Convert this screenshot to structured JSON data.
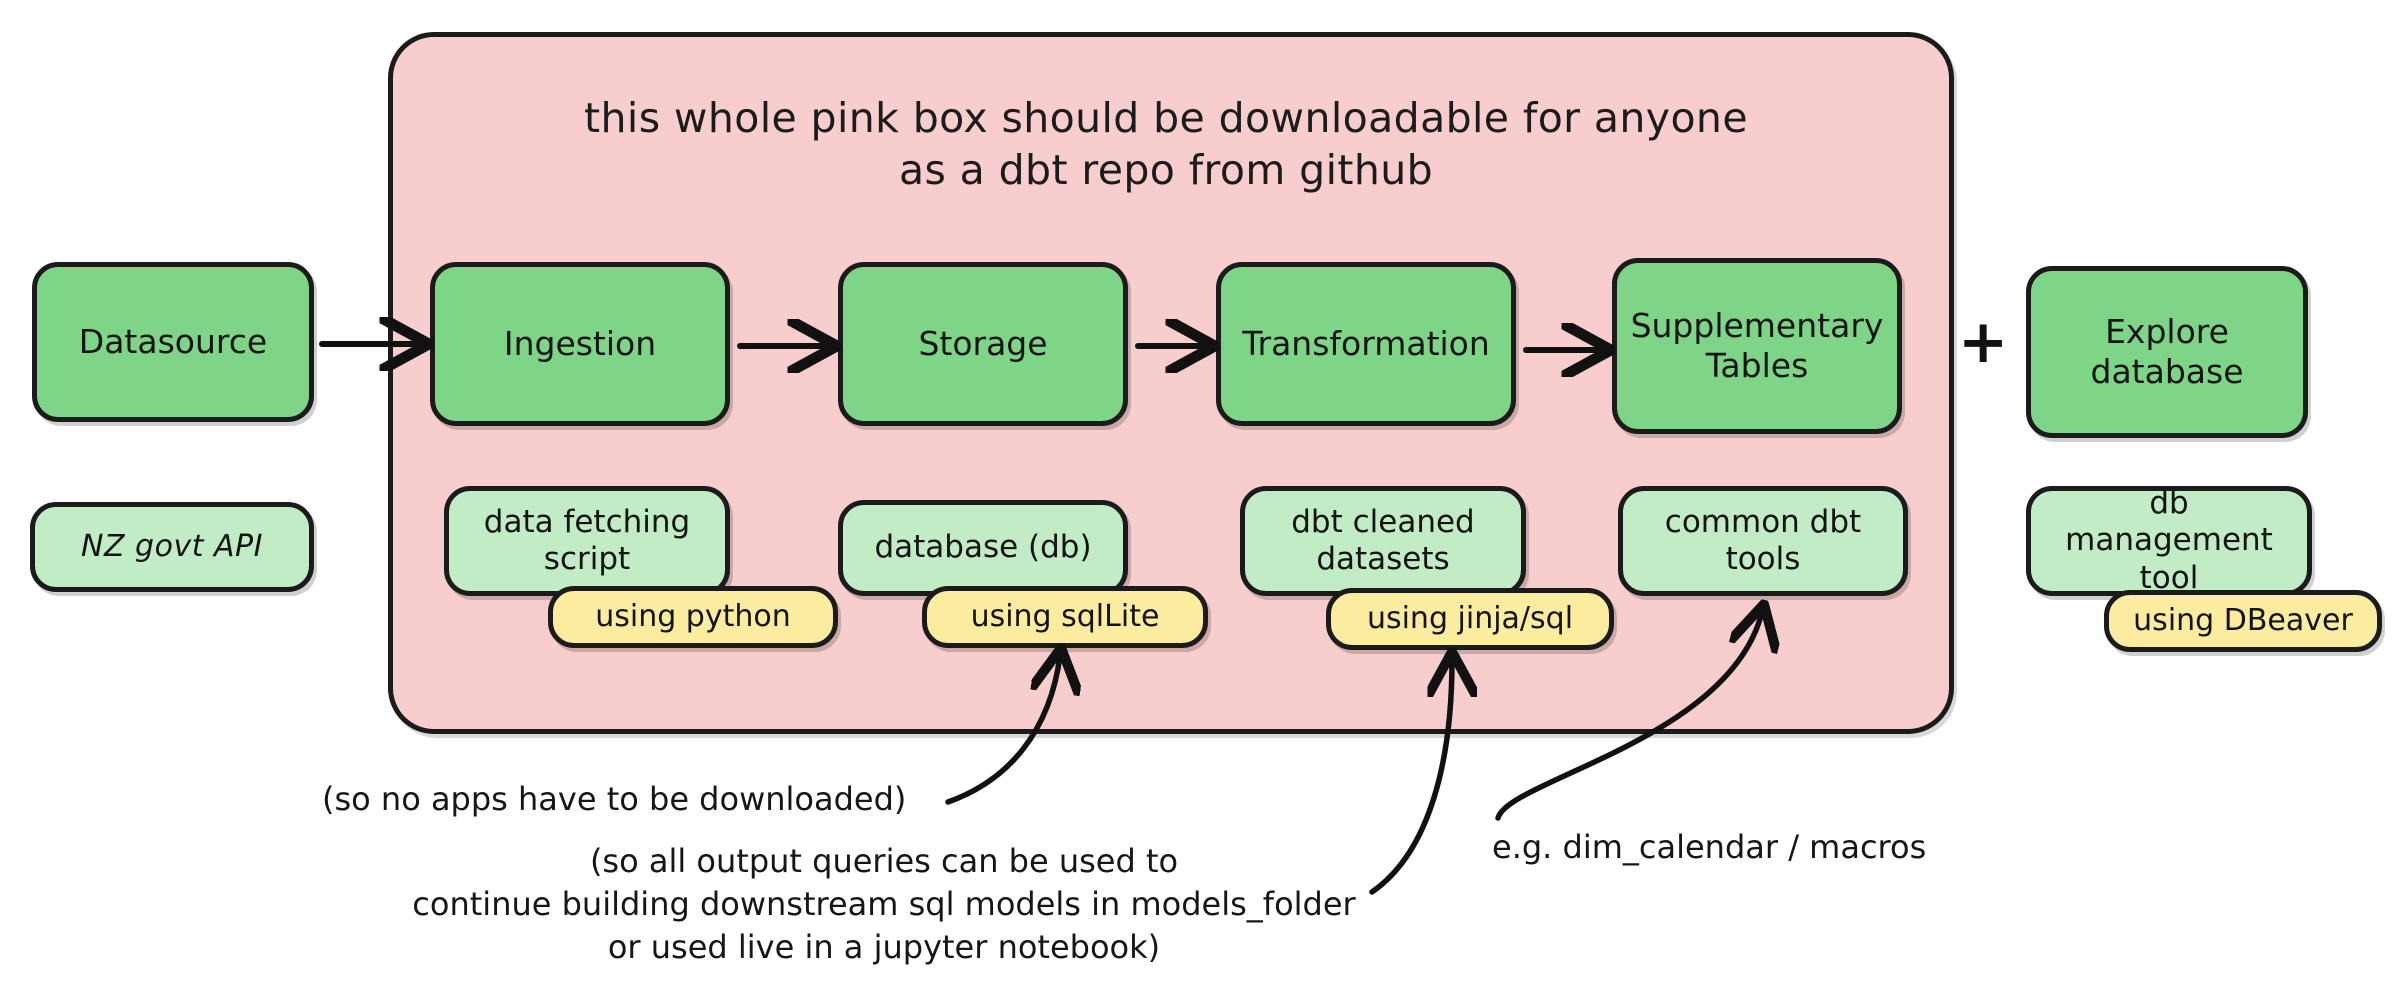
{
  "container": {
    "title_line1": "this whole pink box should be downloadable for anyone",
    "title_line2": "as a dbt repo from github",
    "fill_color": "#f7cdcd",
    "border_color": "#1b1b1b"
  },
  "colors": {
    "stage_green": "#7ed587",
    "detail_green": "#c2ecc6",
    "tool_yellow": "#fbeca0",
    "ink": "#1b1b1b",
    "page_background": "#ffffff"
  },
  "stages": [
    {
      "label": "Datasource",
      "inside_container": false
    },
    {
      "label": "Ingestion",
      "inside_container": true
    },
    {
      "label": "Storage",
      "inside_container": true
    },
    {
      "label": "Transformation",
      "inside_container": true
    },
    {
      "label": "Supplementary\nTables",
      "line1": "Supplementary",
      "line2": "Tables",
      "inside_container": true
    },
    {
      "label": "Explore\ndatabase",
      "line1": "Explore",
      "line2": "database",
      "inside_container": false
    }
  ],
  "details": [
    {
      "line1": "NZ govt API",
      "line2": "",
      "style": "italic",
      "tool": null
    },
    {
      "line1": "data fetching",
      "line2": "script",
      "style": "normal",
      "tool": "using python"
    },
    {
      "line1": "database (db)",
      "line2": "",
      "style": "normal",
      "tool": "using sqlLite"
    },
    {
      "line1": "dbt cleaned",
      "line2": "datasets",
      "style": "normal",
      "tool": "using jinja/sql"
    },
    {
      "line1": "common dbt",
      "line2": "tools",
      "style": "normal",
      "tool": null
    },
    {
      "line1": "db management",
      "line2": "tool",
      "style": "normal",
      "tool": "using DBeaver"
    }
  ],
  "operators": {
    "plus": "+"
  },
  "annotations": [
    {
      "id": "no-apps",
      "lines": [
        "(so no apps have to be downloaded)"
      ]
    },
    {
      "id": "output-queries",
      "lines": [
        "(so all output queries can be used to",
        "continue building downstream sql models in models_folder",
        "or used live in a jupyter notebook)"
      ]
    },
    {
      "id": "dim-calendar",
      "lines": [
        "e.g. dim_calendar / macros"
      ]
    }
  ],
  "flow_arrows": [
    {
      "from": "Datasource",
      "to": "Ingestion"
    },
    {
      "from": "Ingestion",
      "to": "Storage"
    },
    {
      "from": "Storage",
      "to": "Transformation"
    },
    {
      "from": "Transformation",
      "to": "Supplementary Tables"
    }
  ],
  "callout_arrows": [
    {
      "from_annotation": "no-apps",
      "to_target": "using sqlLite"
    },
    {
      "from_annotation": "output-queries",
      "to_target": "using jinja/sql"
    },
    {
      "from_annotation": "dim-calendar",
      "to_target": "common dbt tools"
    }
  ]
}
